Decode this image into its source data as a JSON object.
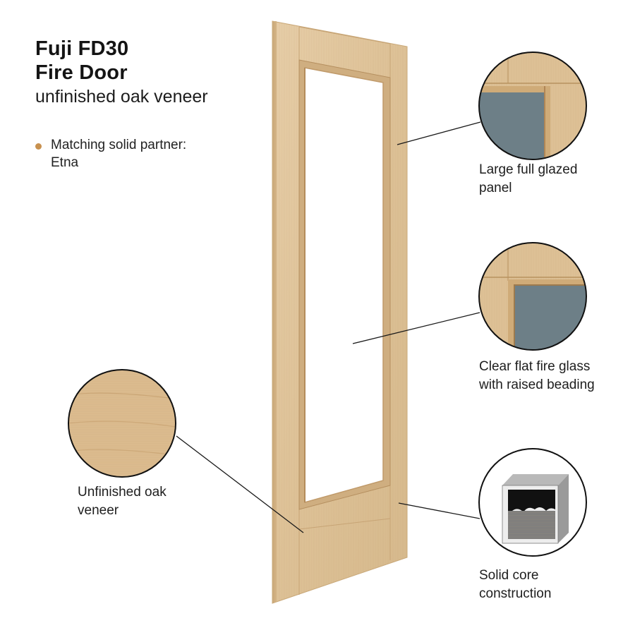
{
  "product": {
    "title_lines": [
      "Fuji FD30",
      "Fire Door"
    ],
    "subtitle": "unfinished oak veneer"
  },
  "bullets": [
    {
      "lines": [
        "Matching solid partner:",
        "Etna"
      ]
    }
  ],
  "callouts": {
    "glazed_panel": {
      "lines": [
        "Large full glazed",
        "panel"
      ],
      "icon": "glazed-panel-detail"
    },
    "fire_glass": {
      "lines": [
        "Clear flat fire glass",
        "with raised beading"
      ],
      "icon": "raised-beading-detail"
    },
    "oak_veneer": {
      "lines": [
        "Unfinished oak",
        "veneer"
      ],
      "icon": "oak-veneer-swatch"
    },
    "solid_core": {
      "lines": [
        "Solid core",
        "construction"
      ],
      "icon": "solid-core-cross-section"
    }
  },
  "colors": {
    "oak_light": "#e3c9a2",
    "oak_mid": "#d9bb90",
    "oak_edge": "#c9a574",
    "glass": "#6d7f87",
    "bullet": "#c8914f"
  }
}
